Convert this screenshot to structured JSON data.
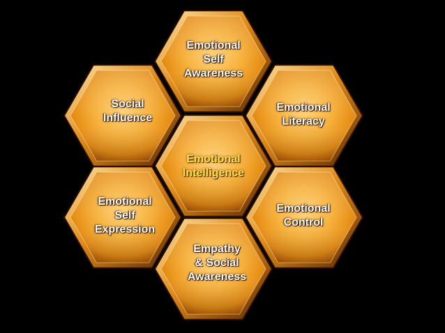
{
  "diagram": {
    "center": {
      "id": "emotional-intelligence",
      "lines": [
        "Emotional",
        "Intelligence"
      ],
      "text_color": "#ffe24a"
    },
    "cells": [
      {
        "id": "emotional-self-awareness",
        "lines": [
          "Emotional",
          "Self",
          "Awareness"
        ]
      },
      {
        "id": "emotional-literacy",
        "lines": [
          "Emotional",
          "Literacy"
        ]
      },
      {
        "id": "emotional-control",
        "lines": [
          "Emotional",
          "Control"
        ]
      },
      {
        "id": "empathy-social-awareness",
        "lines": [
          "Empathy",
          "& Social",
          "Awareness"
        ]
      },
      {
        "id": "emotional-self-expression",
        "lines": [
          "Emotional",
          "Self",
          "Expression"
        ]
      },
      {
        "id": "social-influence",
        "lines": [
          "Social",
          "Influence"
        ]
      }
    ],
    "colors": {
      "background": "#000000",
      "hex_light": "#ffd27a",
      "hex_mid": "#f3a21e",
      "hex_dark": "#b85a05",
      "bevel_light": "#ffe9b0",
      "bevel_dark": "#5a2600",
      "label_text": "#ffffff"
    }
  }
}
